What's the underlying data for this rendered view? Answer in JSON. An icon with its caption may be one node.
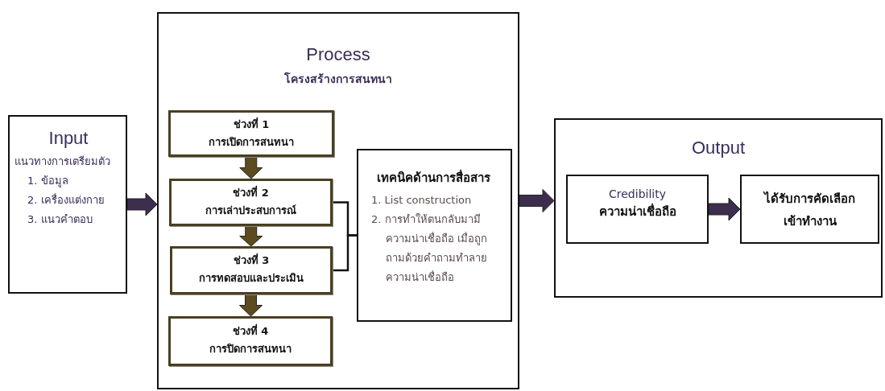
{
  "diagram": {
    "nodes": [
      {
        "text": [
          "Input",
          "แนวทางการเตรียมตัว",
          "1. ข้อมูล",
          "2. เครื่องแต่งกาย",
          "3. แนวคำตอบ"
        ]
      },
      {
        "text": [
          "Process",
          "โครงสร้างการสนทนา"
        ]
      },
      {
        "text": [
          "ช่วงที่ 1",
          "การเปิดการสนทนา"
        ],
        "in": 1
      },
      {
        "text": [
          "ช่วงที่ 2",
          "การเล่าประสบการณ์"
        ],
        "in": 1
      },
      {
        "text": [
          "ช่วงที่ 3",
          "การทดสอบและประเมิน"
        ],
        "in": 1
      },
      {
        "text": [
          "ช่วงที่ 4",
          "การปิดการสนทนา"
        ],
        "in": 1
      },
      {
        "text": [
          "เทคนิคด้านการสื่อสาร",
          "1. List construction",
          "2. การทำให้ตนกลับมามีความน่าเชื่อถือ เมื่อถูกถามด้วยคำถามทำลายความน่าเชื่อถือ"
        ],
        "in": 1
      },
      {
        "text": [
          "Output"
        ]
      },
      {
        "text": [
          "Credibility",
          "ความน่าเชื่อถือ"
        ],
        "in": 7
      },
      {
        "text": [
          "ได้รับการคัดเลือกเข้าทำงาน"
        ],
        "in": 7
      }
    ],
    "edges": [
      {
        "from": 0,
        "to": 1,
        "arrow": "to",
        "style": "thick",
        "color": "#3d2e4e"
      },
      {
        "from": 2,
        "to": 3,
        "arrow": "to",
        "style": "thick",
        "color": "#5c4b1e"
      },
      {
        "from": 3,
        "to": 4,
        "arrow": "to",
        "style": "thick",
        "color": "#5c4b1e"
      },
      {
        "from": 4,
        "to": 5,
        "arrow": "to",
        "style": "thick",
        "color": "#5c4b1e"
      },
      {
        "from": 3,
        "to": 6,
        "arrow": "none"
      },
      {
        "from": 4,
        "to": 6,
        "arrow": "none"
      },
      {
        "from": 1,
        "to": 7,
        "arrow": "to",
        "style": "thick",
        "color": "#3d2e4e"
      },
      {
        "from": 8,
        "to": 9,
        "arrow": "to",
        "style": "thick",
        "color": "#3d2e4e"
      }
    ]
  }
}
